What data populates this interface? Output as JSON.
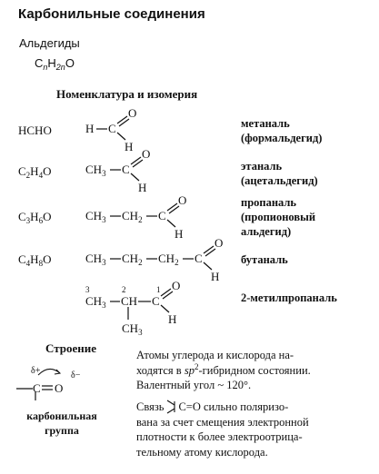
{
  "title": "Карбонильные соединения",
  "aldehydes_heading": "Альдегиды",
  "general_formula": {
    "c": "C",
    "n1": "n",
    "h": "H",
    "n2": "2n",
    "o": "O"
  },
  "nomenclature_heading": "Номенклатура и изомерия",
  "compounds": [
    {
      "formula": "HCHO",
      "name_lines": [
        "метаналь",
        "(формальдегид)"
      ]
    },
    {
      "formula": {
        "c": "C",
        "c_sub": "2",
        "h": "H",
        "h_sub": "4",
        "o": "O"
      },
      "name_lines": [
        "этаналь",
        "(ацетальдегид)"
      ]
    },
    {
      "formula": {
        "c": "C",
        "c_sub": "3",
        "h": "H",
        "h_sub": "6",
        "o": "O"
      },
      "name_lines": [
        "пропаналь",
        "(пропионовый",
        "альдегид)"
      ]
    },
    {
      "formula": {
        "c": "C",
        "c_sub": "4",
        "h": "H",
        "h_sub": "8",
        "o": "O"
      },
      "name_lines": [
        "бутаналь"
      ]
    },
    {
      "formula": "",
      "name_lines": [
        "2-метилпропаналь"
      ]
    }
  ],
  "structure_heading": "Строение",
  "carbonyl_label": [
    "карбонильная",
    "группа"
  ],
  "structure_text": {
    "p1_a": "Атомы углерода и кислорода на-",
    "p1_b_pre": "ходятся в ",
    "p1_b_sp": "sp",
    "p1_b_sup": "2",
    "p1_b_post": "-гибридном состоянии.",
    "p1_c": "Валентный угол ~ 120°.",
    "p2_a_pre": "Связь",
    "p2_a_post": "C=O сильно поляризо-",
    "p2_b": "вана за счет смещения электронной",
    "p2_c": "плотности к более электроотрица-",
    "p2_d": "тельному атому кислорода."
  },
  "structures": {
    "methanal": {
      "h": "H",
      "c": "C",
      "o": "O",
      "h2": "H"
    },
    "ethanal": {
      "ch3": "CH",
      "ch3_sub": "3",
      "c": "C",
      "o": "O",
      "h": "H"
    },
    "propanal": {
      "ch3": "CH",
      "ch3_sub": "3",
      "ch2": "CH",
      "ch2_sub": "2",
      "c": "C",
      "o": "O",
      "h": "H"
    },
    "butanal": {
      "ch3": "CH",
      "ch3_sub": "3",
      "ch2a": "CH",
      "ch2a_sub": "2",
      "ch2b": "CH",
      "ch2b_sub": "2",
      "c": "C",
      "o": "O",
      "h": "H"
    },
    "methylpropanal": {
      "n3": "3",
      "n2": "2",
      "n1": "1",
      "ch3": "CH",
      "ch3_sub": "3",
      "ch": "CH",
      "c": "C",
      "o": "O",
      "h": "H",
      "ch3b": "CH",
      "ch3b_sub": "3"
    },
    "carbonyl": {
      "dp": "δ+",
      "dm": "δ−",
      "c": "C",
      "o": "O"
    }
  }
}
